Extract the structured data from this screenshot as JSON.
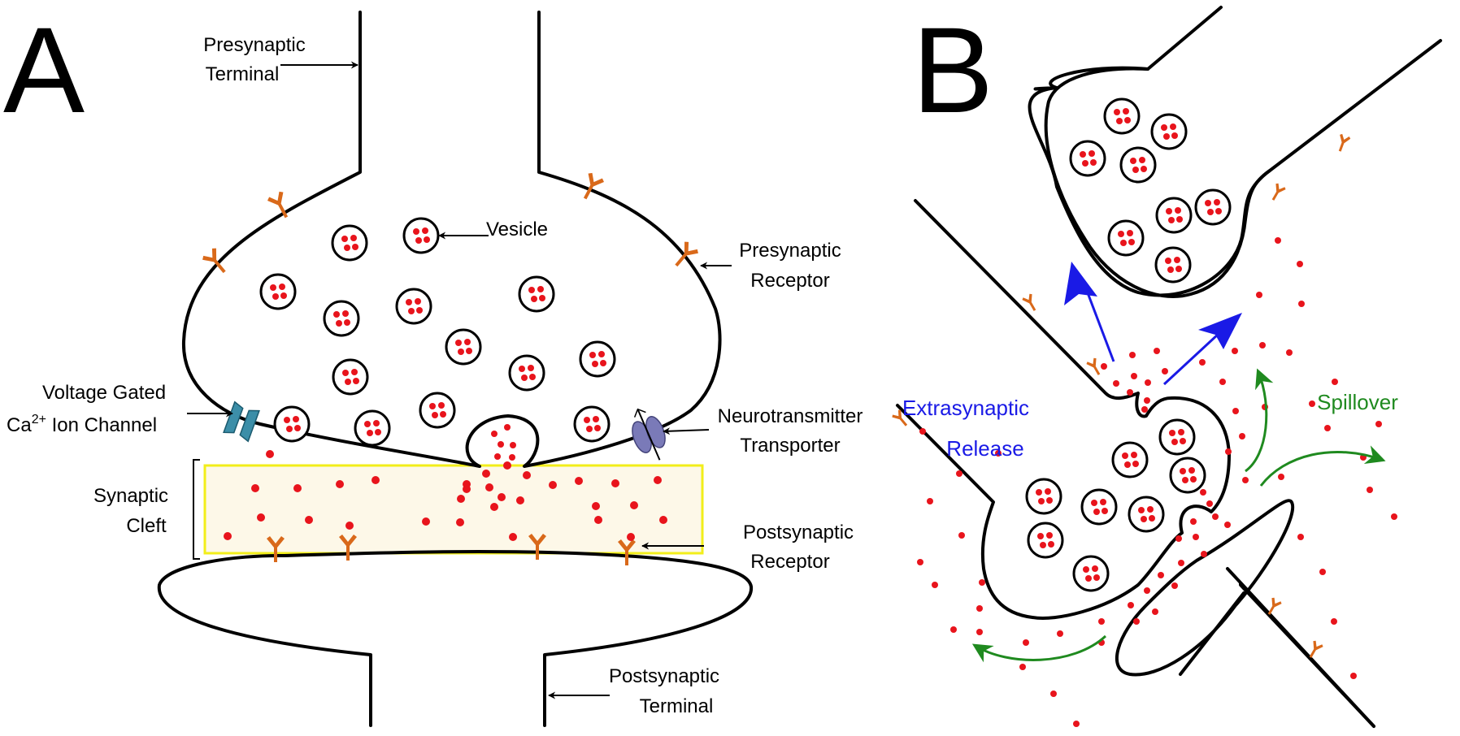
{
  "panels": {
    "a": {
      "letter": "A",
      "labels": {
        "presynaptic_terminal": [
          "Presynaptic",
          "Terminal"
        ],
        "vesicle": "Vesicle",
        "presynaptic_receptor": [
          "Presynaptic",
          "Receptor"
        ],
        "voltage_gated": [
          "Voltage Gated",
          "Ca",
          "2+",
          " Ion Channel"
        ],
        "transporter": [
          "Neurotransmitter",
          "Transporter"
        ],
        "synaptic_cleft": [
          "Synaptic",
          "Cleft"
        ],
        "postsynaptic_receptor": [
          "Postsynaptic",
          "Receptor"
        ],
        "postsynaptic_terminal": [
          "Postsynaptic",
          "Terminal"
        ]
      }
    },
    "b": {
      "letter": "B",
      "labels": {
        "extrasynaptic": [
          "Extrasynaptic",
          "Release"
        ],
        "spillover": "Spillover"
      }
    }
  },
  "colors": {
    "outline": "#000000",
    "neurotransmitter": "#e8141c",
    "receptor": "#d9691a",
    "cleft_fill": "#fdf8e8",
    "cleft_border": "#f2ee1a",
    "ion_channel": "#3c8ea8",
    "transporter": "#7a7ab8",
    "extrasynaptic": "#1a1ae6",
    "spillover": "#1f8a1f"
  }
}
